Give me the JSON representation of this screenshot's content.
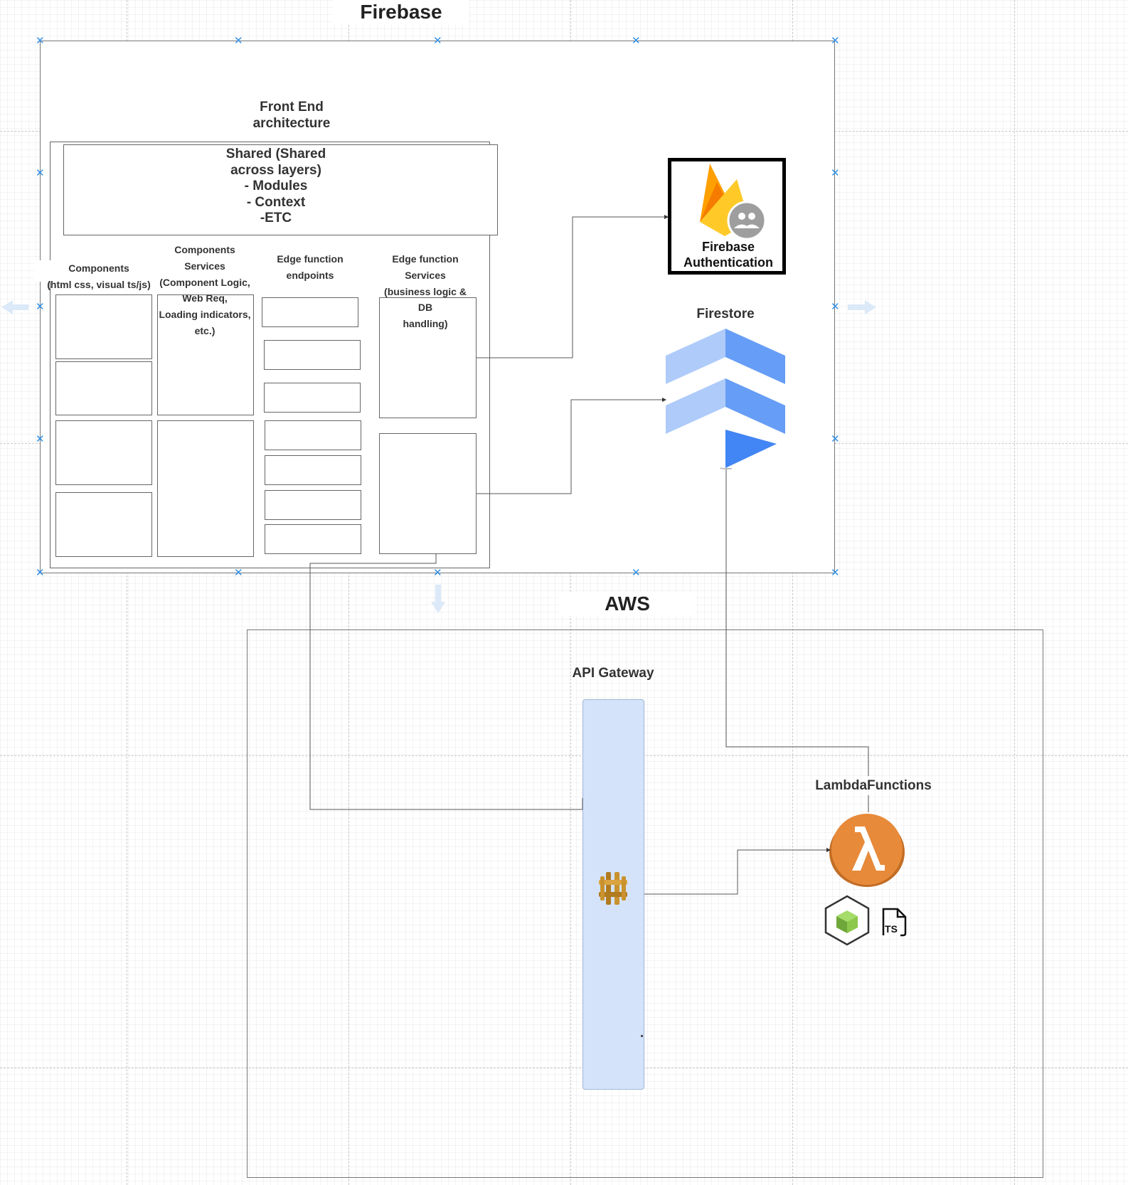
{
  "diagram": {
    "firebase_title": "Firebase",
    "aws_title": "AWS",
    "frontend": {
      "title": "Front End\narchitecture",
      "shared": "Shared (Shared\nacross layers)\n- Modules\n- Context\n-ETC",
      "col_components": "Components\n(html css, visual ts/js)",
      "col_component_services": "Components\nServices\n(Component Logic,\nWeb Req,\nLoading indicators,\netc.)",
      "col_edge_endpoints": "Edge function\nendpoints",
      "col_edge_services": "Edge function\nServices\n(business logic & DB\nhandling)"
    },
    "firebase_auth": {
      "label": "Firebase\nAuthentication",
      "icon": "firebase-flame-icon",
      "badge_icon": "people-icon"
    },
    "firestore": {
      "label": "Firestore",
      "icon": "firestore-chevrons-icon",
      "tiny_caption": "Firestore"
    },
    "api_gateway": {
      "label": "API Gateway",
      "icon": "api-gateway-icon"
    },
    "lambda": {
      "label": "LambdaFunctions",
      "icon": "lambda-icon",
      "extra_icons": [
        "nodejs-cube-icon",
        "typescript-file-icon"
      ],
      "ts_text": "TS"
    },
    "colors": {
      "selection": "#2f8ee6",
      "firestore_light": "#aecbfa",
      "firestore_mid": "#669df6",
      "firestore_dark": "#4285f4",
      "api_gateway_fill": "#d4e3fa",
      "lambda_orange": "#e78a3a",
      "node_green": "#8cc84b",
      "firebase_yellow": "#ffca28",
      "firebase_orange": "#f57c00"
    }
  }
}
